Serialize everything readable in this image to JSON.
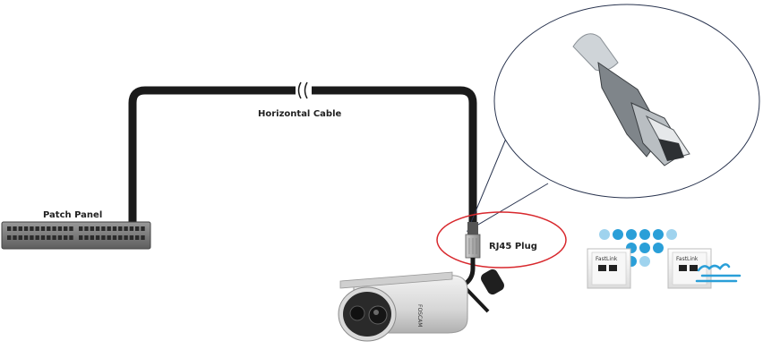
{
  "labels": {
    "horizontal_cable": "Horizontal Cable",
    "patch_panel": "Patch Panel",
    "rj45_plug": "RJ45 Plug",
    "camera_brand": "FOSCAM",
    "wallplate_left": "FastLink",
    "wallplate_right": "FastLink"
  },
  "colors": {
    "cable": "#1a1a1a",
    "highlight_circle": "#d8282d",
    "callout_outline": "#2a3550",
    "logo_blue": "#2a9fd8"
  },
  "icons": {
    "logo": "connector-dots-logo",
    "waves": "wind-waves-icon"
  }
}
